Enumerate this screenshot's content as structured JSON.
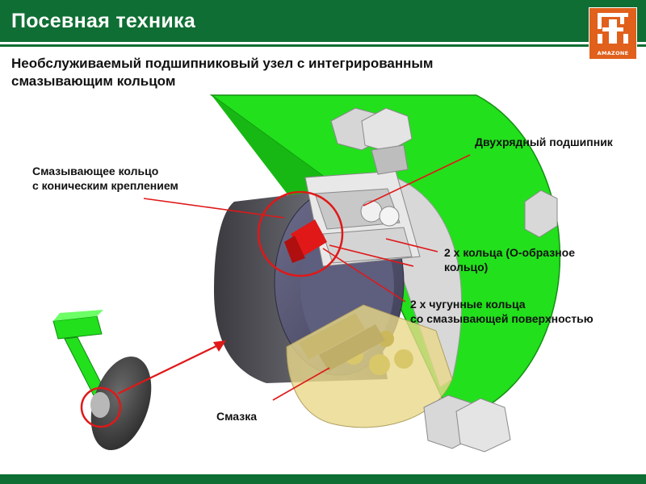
{
  "header": {
    "title": "Посевная техника",
    "logo_text": "AMAZONE"
  },
  "subtitle": {
    "line1": "Необслуживаемый подшипниковый узел с интегрированным",
    "line2": "смазывающим кольцом"
  },
  "labels": {
    "ring_line1": "Смазывающее кольцо",
    "ring_line2": "с коническим креплением",
    "bearing": "Двухрядный подшипник",
    "oring_line1": "2 х кольца (О-образное",
    "oring_line2": "кольцо)",
    "cast_line1": "2 х чугунные кольца",
    "cast_line2": "со смазывающей поверхностью",
    "grease": "Смазка"
  },
  "colors": {
    "brand_green": "#0f6e33",
    "logo_orange": "#e0601c",
    "part_green": "#22e01c",
    "pointer_red": "#e01818"
  }
}
